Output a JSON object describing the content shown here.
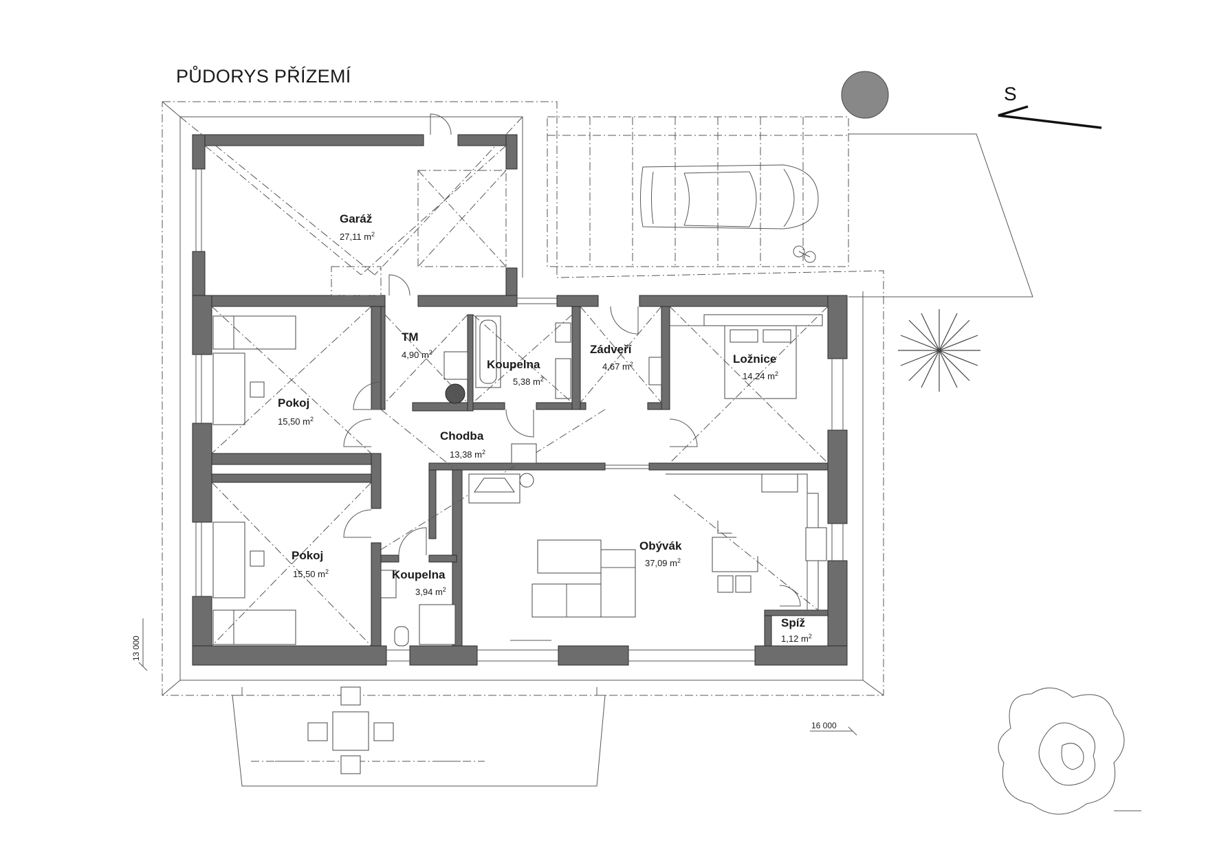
{
  "plan": {
    "title": "PŮDORYS PŘÍZEMÍ",
    "north_label": "S",
    "dimensions": {
      "width": "16 000",
      "height": "13 000"
    },
    "area_unit": "m",
    "area_exponent": "2",
    "rooms": [
      {
        "id": "garaz",
        "name": "Garáž",
        "area": "27,11"
      },
      {
        "id": "tm",
        "name": "TM",
        "area": "4,90"
      },
      {
        "id": "koupelna1",
        "name": "Koupelna",
        "area": "5,38"
      },
      {
        "id": "zadveri",
        "name": "Zádveří",
        "area": "4,67"
      },
      {
        "id": "loznice",
        "name": "Ložnice",
        "area": "14,24"
      },
      {
        "id": "pokoj1",
        "name": "Pokoj",
        "area": "15,50"
      },
      {
        "id": "chodba",
        "name": "Chodba",
        "area": "13,38"
      },
      {
        "id": "obyvak",
        "name": "Obývák",
        "area": "37,09"
      },
      {
        "id": "pokoj2",
        "name": "Pokoj",
        "area": "15,50"
      },
      {
        "id": "koupelna2",
        "name": "Koupelna",
        "area": "3,94"
      },
      {
        "id": "spiz",
        "name": "Spíž",
        "area": "1,12"
      }
    ]
  }
}
